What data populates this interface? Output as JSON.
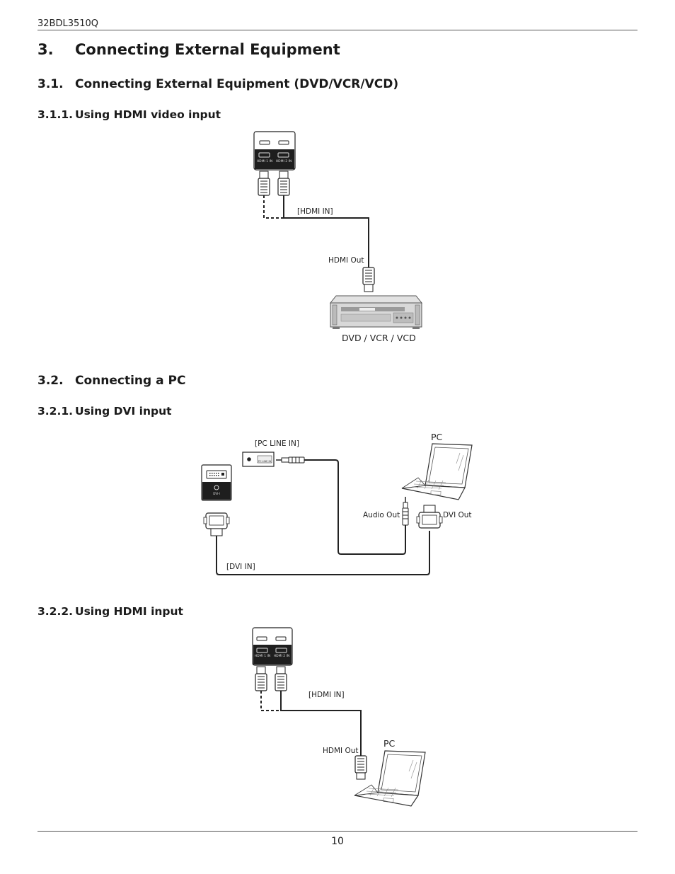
{
  "header": {
    "model": "32BDL3510Q"
  },
  "chapter": {
    "number": "3.",
    "title": "Connecting External Equipment"
  },
  "sections": {
    "s31": {
      "number": "3.1.",
      "title": "Connecting External Equipment (DVD/VCR/VCD)"
    },
    "s311": {
      "number": "3.1.1.",
      "title": "Using HDMI video input"
    },
    "s32": {
      "number": "3.2.",
      "title": "Connecting a PC"
    },
    "s321": {
      "number": "3.2.1.",
      "title": "Using DVI input"
    },
    "s322": {
      "number": "3.2.2.",
      "title": "Using HDMI input"
    }
  },
  "diagram1": {
    "port1": "HDMI 1 IN",
    "port2": "HDMI 2 IN",
    "input_label": "[HDMI IN]",
    "output_label": "HDMI Out",
    "device_label": "DVD / VCR / VCD"
  },
  "diagram2": {
    "line_in_label": "[PC LINE IN]",
    "line_port": "PC LINE IN",
    "dvi_port": "DVI-I",
    "pc_label": "PC",
    "audio_out_label": "Audio Out",
    "dvi_out_label": "DVI Out",
    "dvi_in_label": "[DVI IN]"
  },
  "diagram3": {
    "port1": "HDMI 1 IN",
    "port2": "HDMI 2 IN",
    "input_label": "[HDMI IN]",
    "output_label": "HDMI Out",
    "pc_label": "PC"
  },
  "footer": {
    "page_number": "10"
  }
}
